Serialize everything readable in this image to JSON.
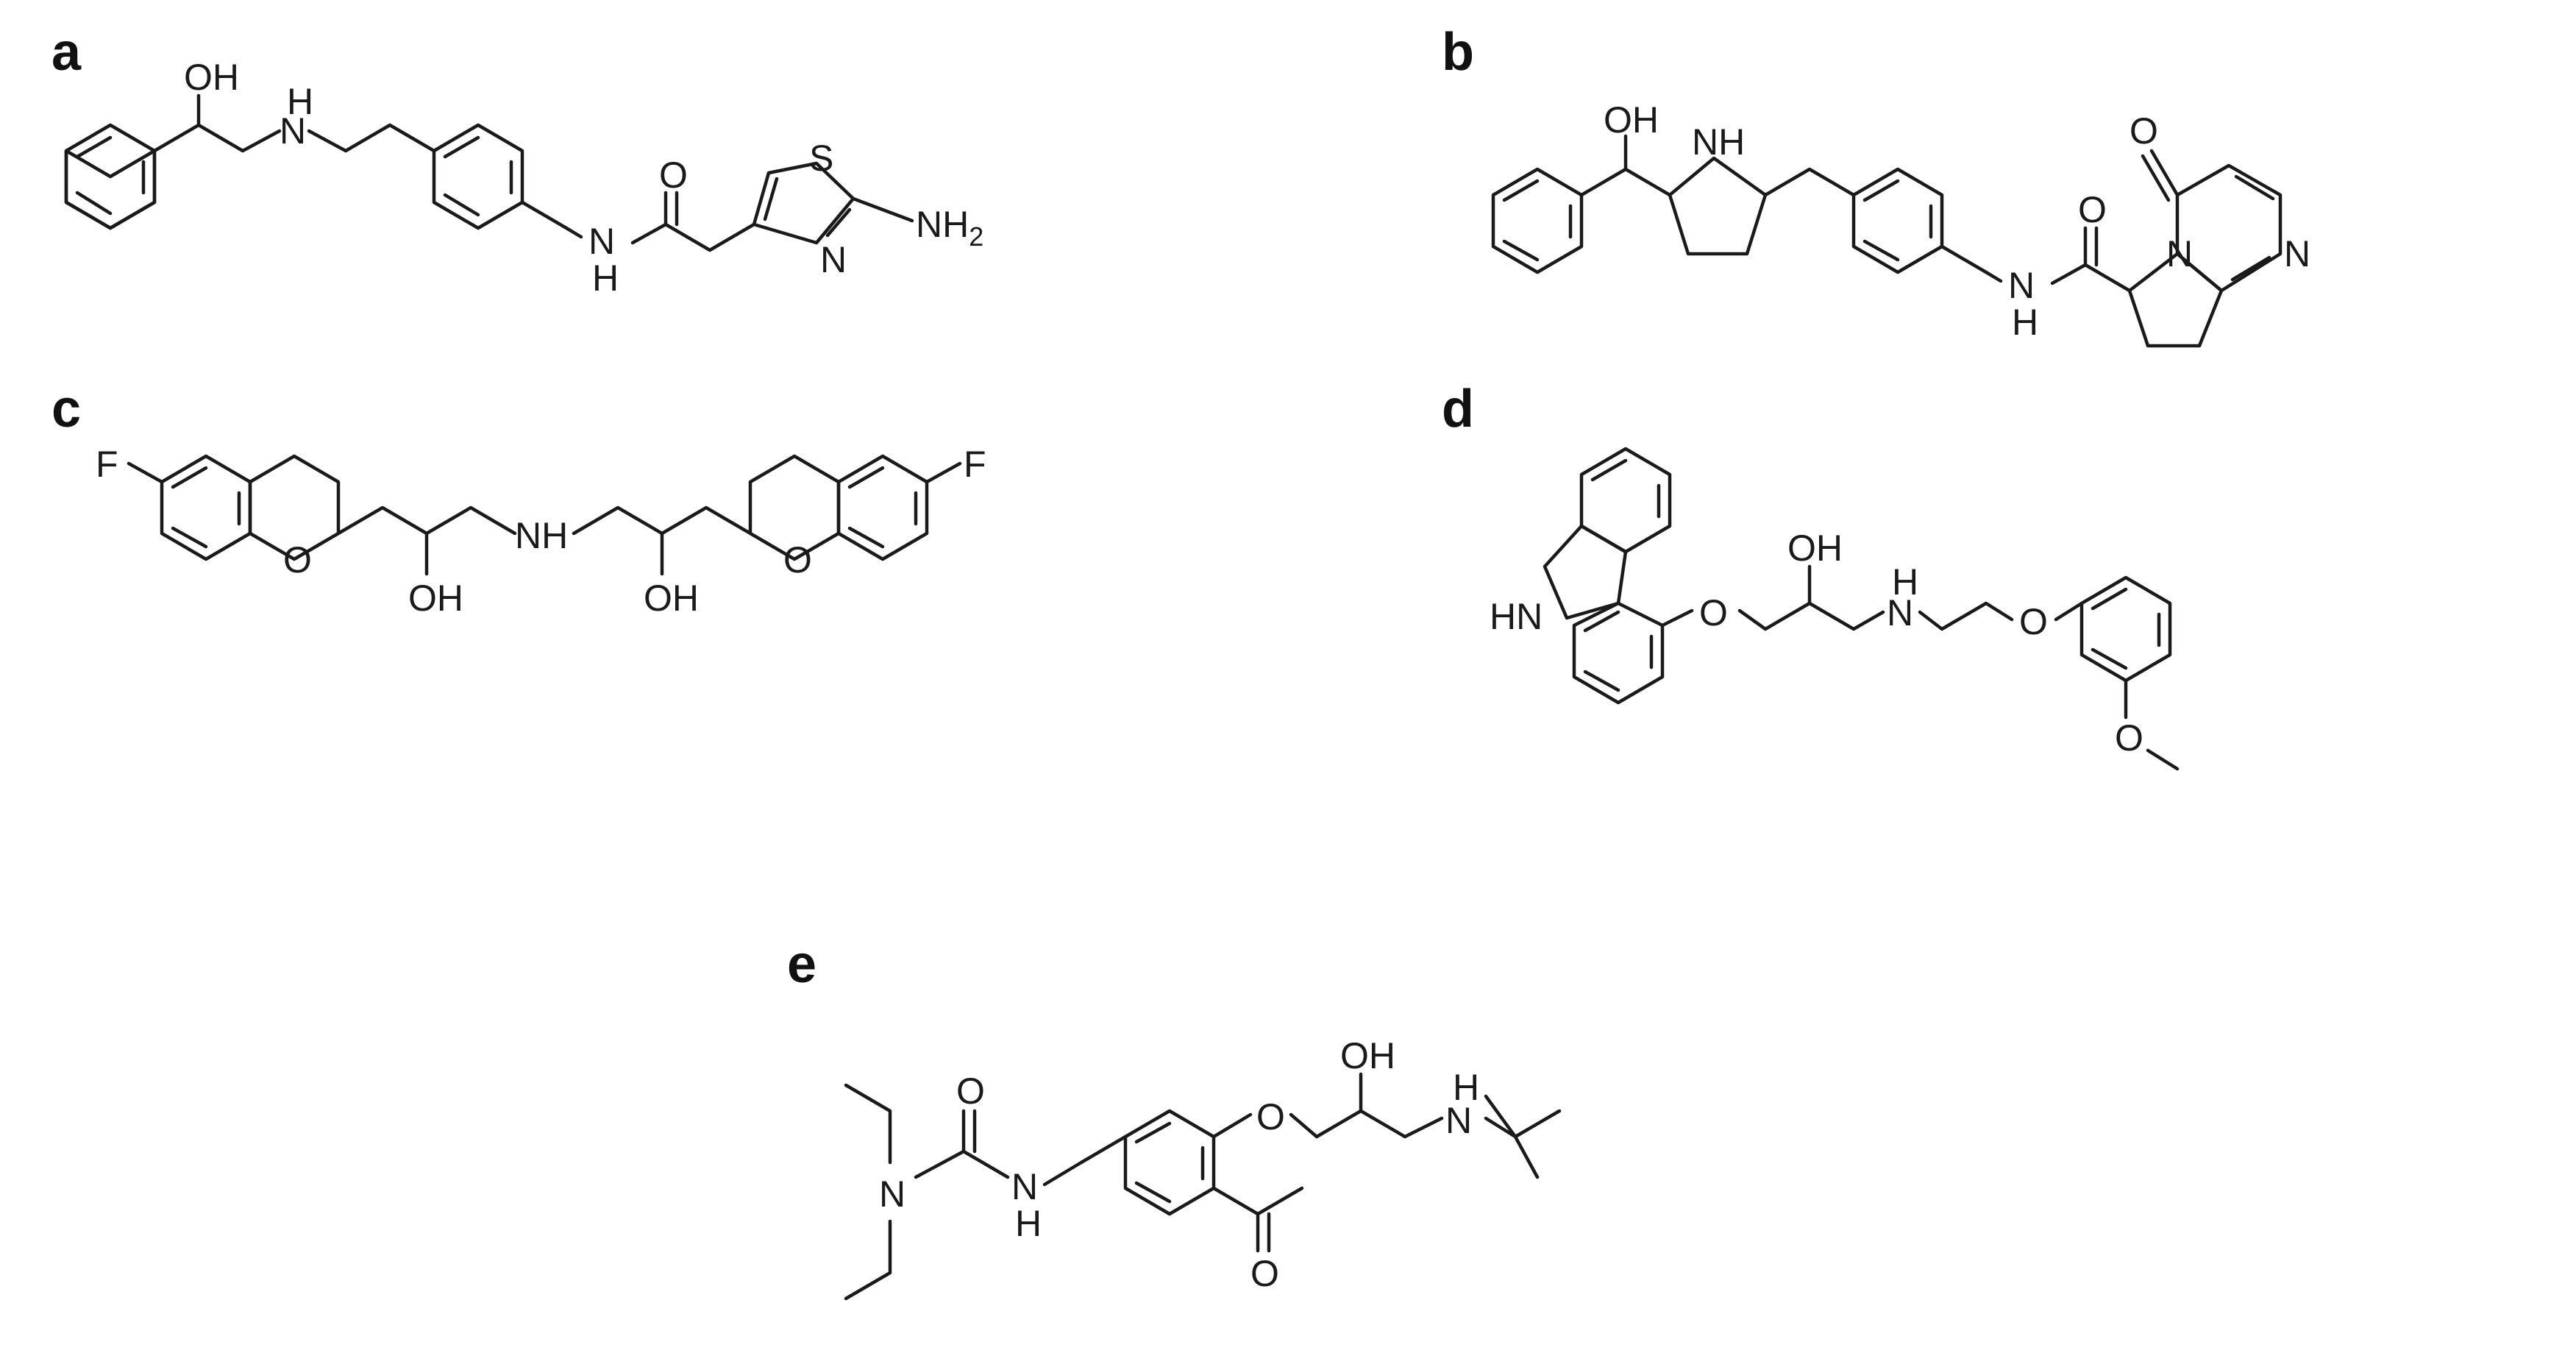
{
  "panels": {
    "a": {
      "letter": "a",
      "labels": {
        "oh": "OH",
        "nh_link": "H",
        "n_link": "N",
        "nh_amide_n": "N",
        "nh_amide_h": "H",
        "o_amide": "O",
        "s": "S",
        "n_ring": "N",
        "nh2": "NH",
        "nh2_sub": "2"
      }
    },
    "b": {
      "letter": "b",
      "labels": {
        "oh": "OH",
        "nh_ring": "NH",
        "o_amide": "O",
        "nh_amide_n": "N",
        "nh_amide_h": "H",
        "o_keto": "O",
        "n_bridge": "N",
        "n_ring": "N"
      }
    },
    "c": {
      "letter": "c",
      "labels": {
        "f_left": "F",
        "o_left": "O",
        "oh_left": "OH",
        "nh_center": "NH",
        "oh_right": "OH",
        "o_right": "O",
        "f_right": "F"
      }
    },
    "d": {
      "letter": "d",
      "labels": {
        "hn": "HN",
        "o_ether": "O",
        "oh": "OH",
        "nh_h": "H",
        "nh_n": "N",
        "o_aryl": "O",
        "o_methoxy": "O"
      }
    },
    "e": {
      "letter": "e",
      "labels": {
        "o_urea": "O",
        "n_urea": "N",
        "nh_urea_n": "N",
        "nh_urea_h": "H",
        "o_ether": "O",
        "oh": "OH",
        "nh_h": "H",
        "nh_n": "N",
        "o_acetyl": "O"
      }
    }
  }
}
